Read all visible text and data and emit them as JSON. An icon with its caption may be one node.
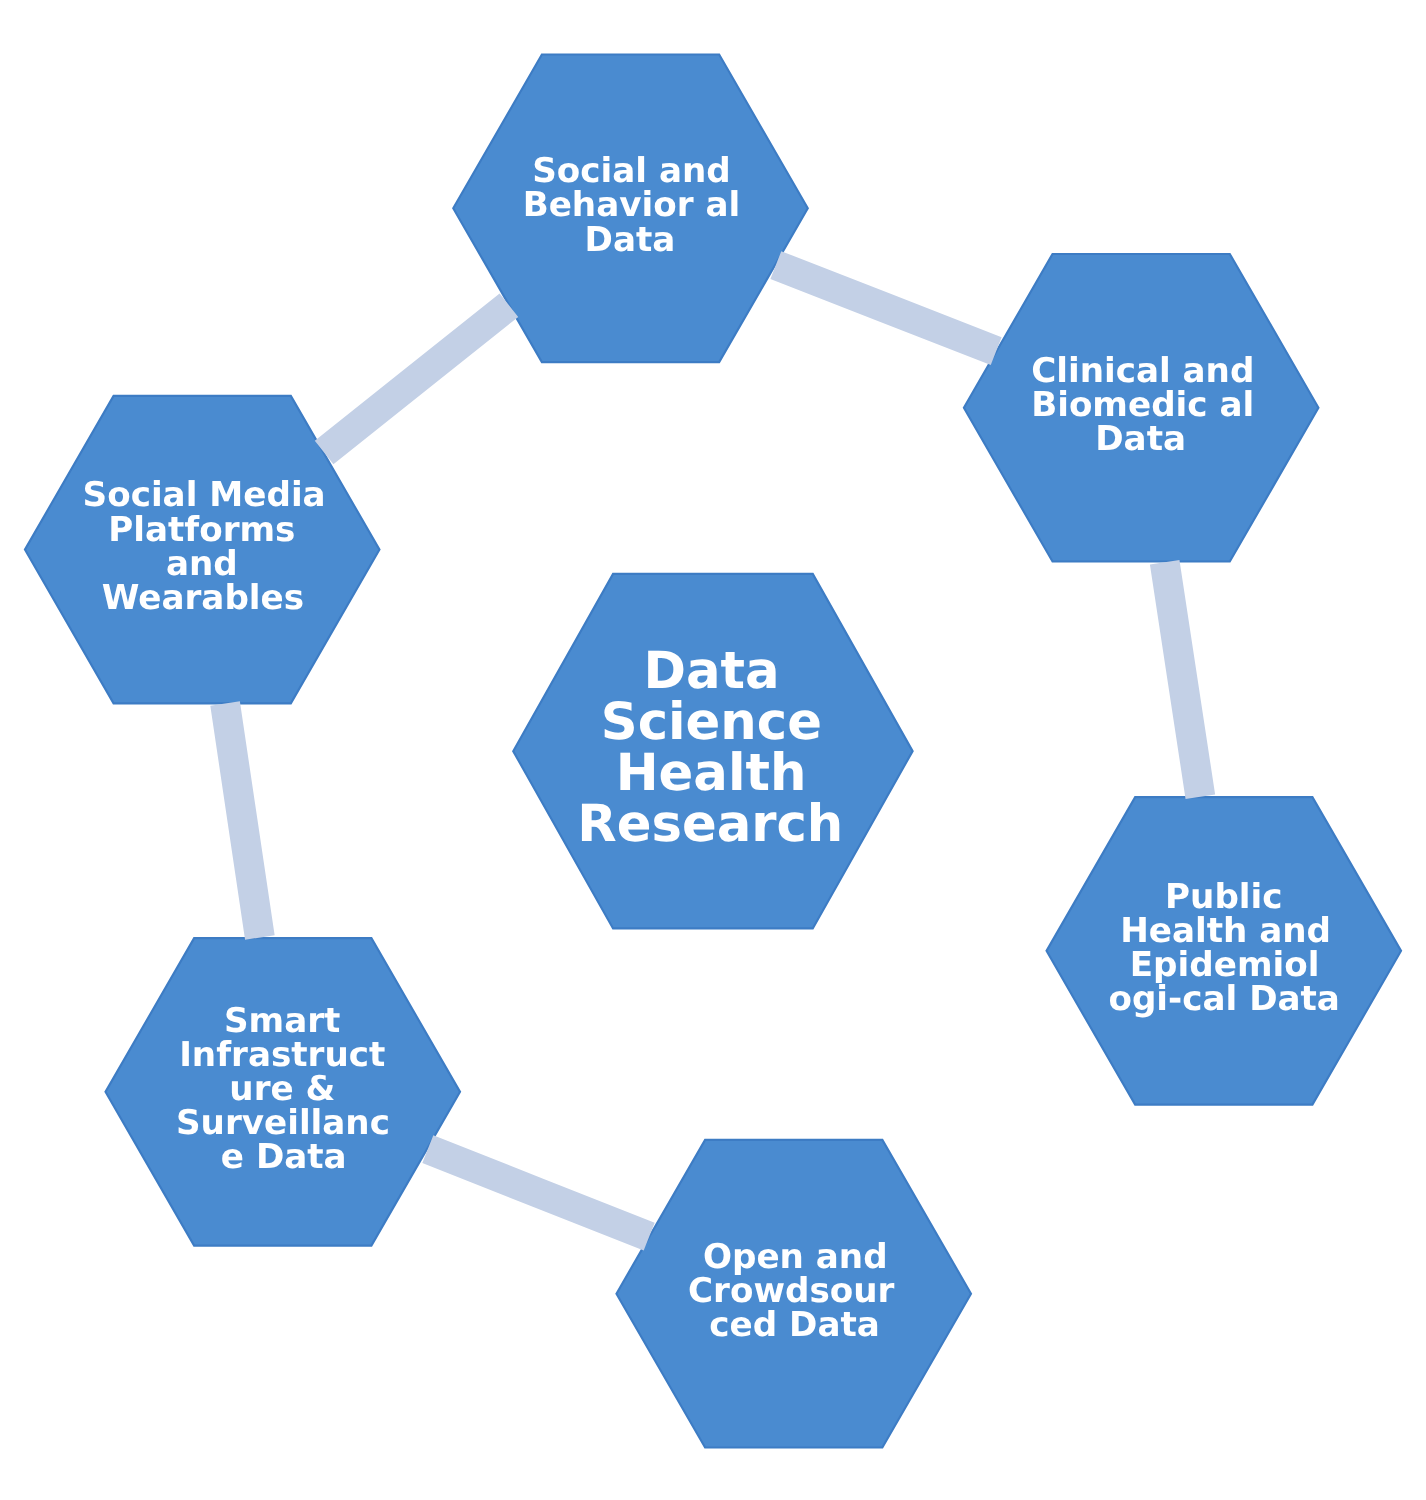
{
  "diagram": {
    "nodes": [
      {
        "text": [
          "Public Health and Epidemiol ogi-cal Data"
        ]
      },
      {
        "text": [
          "Open and Crowdsour ced Data"
        ]
      },
      {
        "text": [
          "Clinical and Biomedic al Data"
        ]
      },
      {
        "text": [
          "Data Science Health Research"
        ]
      },
      {
        "text": [
          "Social and Behavior al Data"
        ]
      },
      {
        "text": [
          "Smart Infrastruct ure & Surveillanc e Data"
        ]
      },
      {
        "text": [
          "Social Media Platforms and Wearables"
        ]
      }
    ],
    "edges": [
      {
        "from": 0,
        "to": 2,
        "arrow": "none"
      },
      {
        "from": 2,
        "to": 4,
        "arrow": "none"
      },
      {
        "from": 4,
        "to": 6,
        "arrow": "none"
      },
      {
        "from": 6,
        "to": 5,
        "arrow": "none"
      },
      {
        "from": 5,
        "to": 1,
        "arrow": "none"
      }
    ]
  }
}
